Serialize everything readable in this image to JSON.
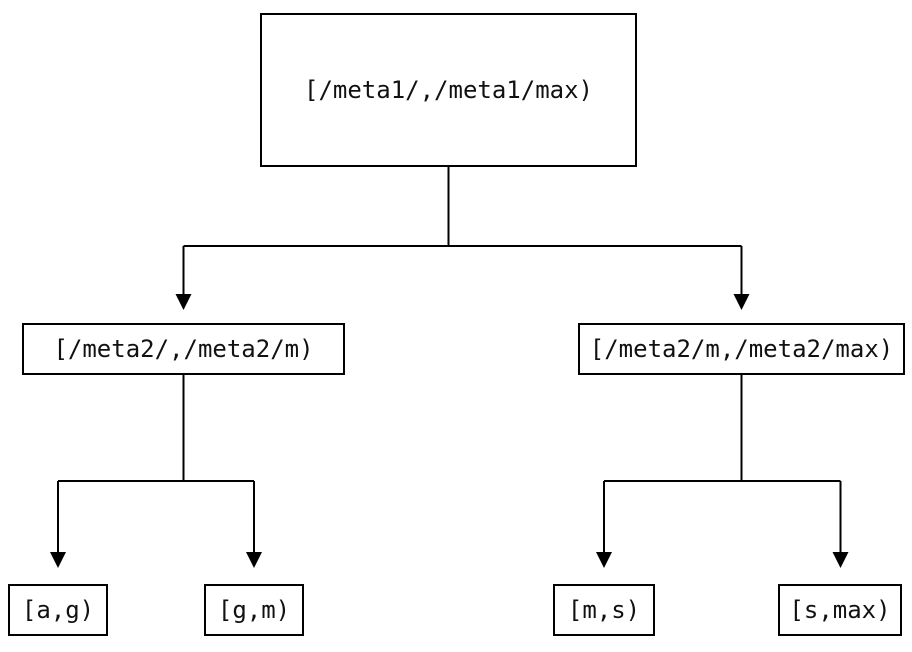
{
  "tree": {
    "root": {
      "label": "[/meta1/,/meta1/max)"
    },
    "level2": [
      {
        "label": "[/meta2/,/meta2/m)"
      },
      {
        "label": "[/meta2/m,/meta2/max)"
      }
    ],
    "leaves": [
      {
        "label": "[a,g)"
      },
      {
        "label": "[g,m)"
      },
      {
        "label": "[m,s)"
      },
      {
        "label": "[s,max)"
      }
    ],
    "colors": {
      "background": "#ffffff",
      "line": "#000000",
      "box_border": "#000000",
      "text": "#111111"
    }
  }
}
